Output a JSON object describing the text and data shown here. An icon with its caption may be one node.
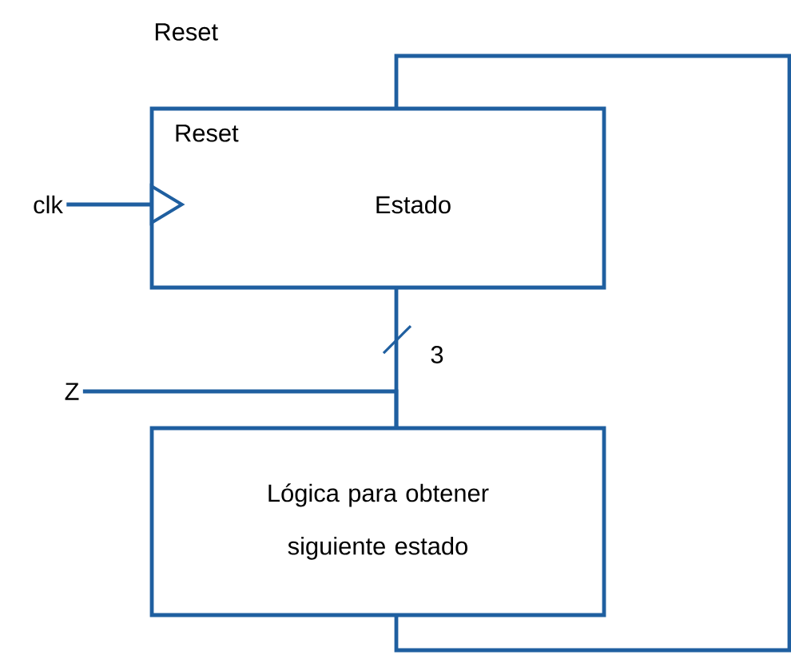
{
  "diagram": {
    "nodes": [
      {
        "text": [
          "clk"
        ]
      },
      {
        "text": [
          "Reset",
          "Estado"
        ]
      },
      {
        "text": [
          "Z"
        ]
      },
      {
        "text": [
          "Lógica para obtener siguiente estado"
        ]
      }
    ],
    "edges": [
      {
        "from": 0,
        "to": 1,
        "arrow": "to"
      },
      {
        "from": 1,
        "to": 3,
        "arrow": "none"
      },
      {
        "from": 2,
        "to": 3,
        "arrow": "none"
      },
      {
        "from": 3,
        "to": 1,
        "arrow": "none"
      }
    ],
    "labels": [
      "Reset",
      "3"
    ]
  }
}
